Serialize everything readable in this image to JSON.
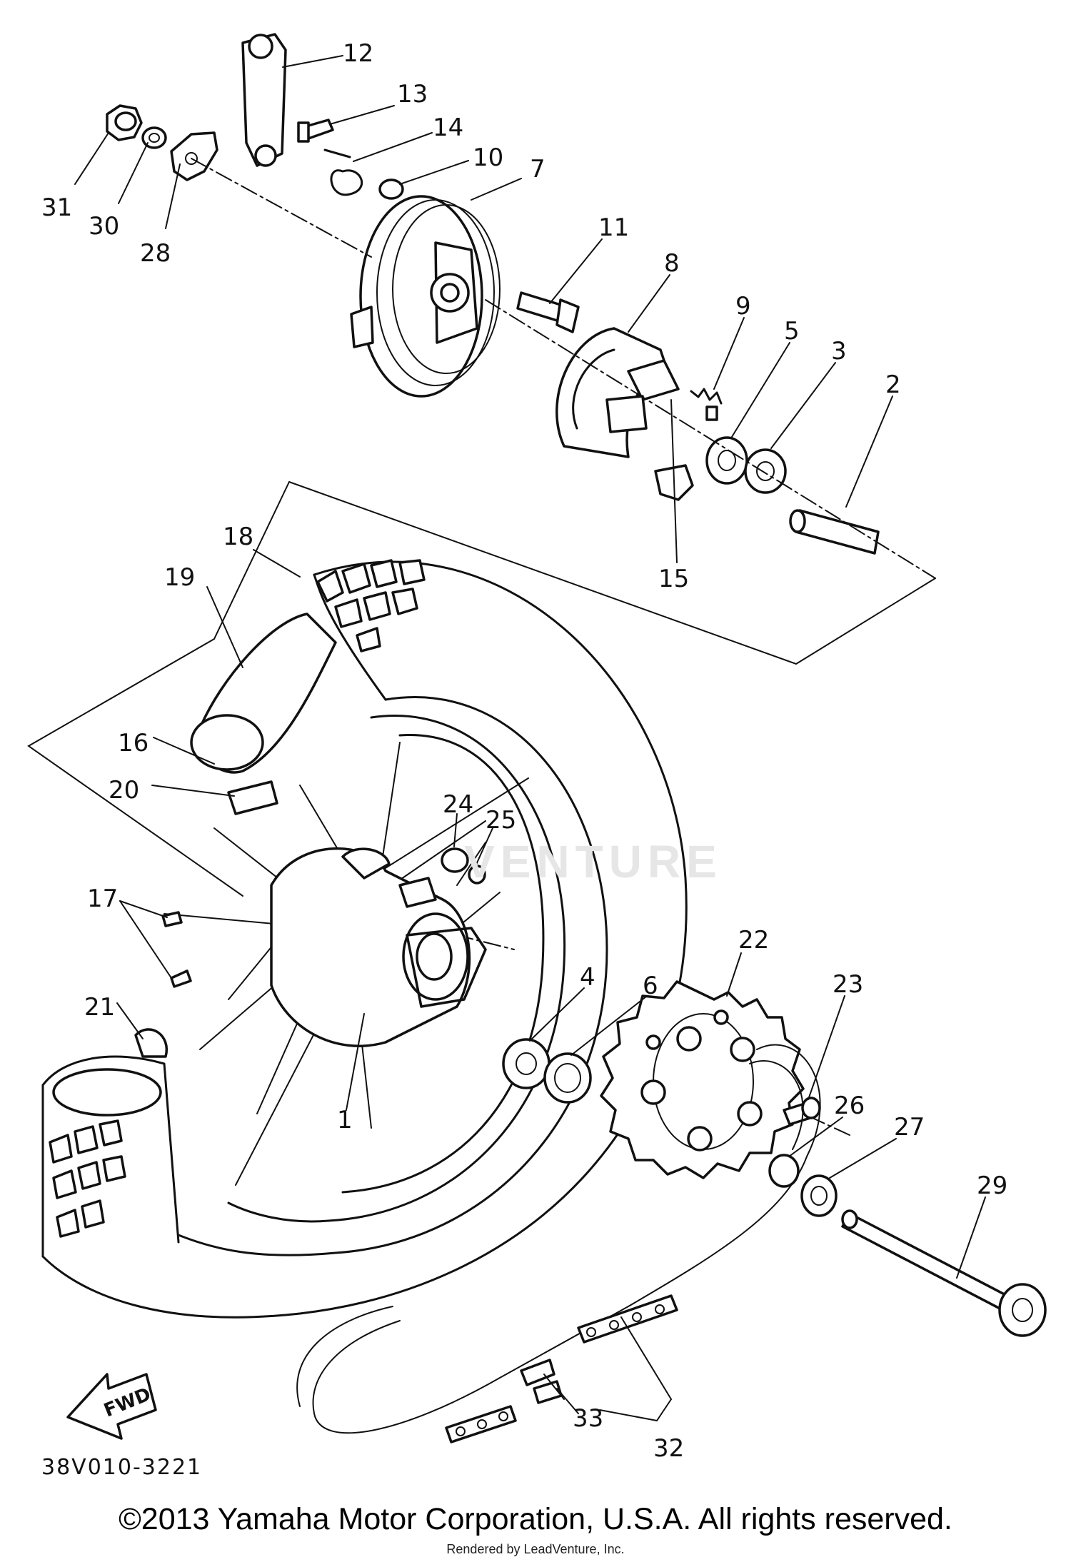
{
  "diagram": {
    "part_code": "38V010-3221",
    "fwd_label": "FWD",
    "watermark": "VENTURE",
    "callouts": [
      "1",
      "2",
      "3",
      "4",
      "5",
      "6",
      "7",
      "8",
      "9",
      "10",
      "11",
      "12",
      "13",
      "14",
      "15",
      "16",
      "17",
      "18",
      "19",
      "20",
      "21",
      "22",
      "23",
      "24",
      "25",
      "26",
      "27",
      "28",
      "29",
      "30",
      "31",
      "32",
      "33"
    ]
  },
  "footer": {
    "copyright": "©2013 Yamaha Motor Corporation, U.S.A. All rights reserved.",
    "rendered_by": "Rendered by LeadVenture, Inc."
  }
}
